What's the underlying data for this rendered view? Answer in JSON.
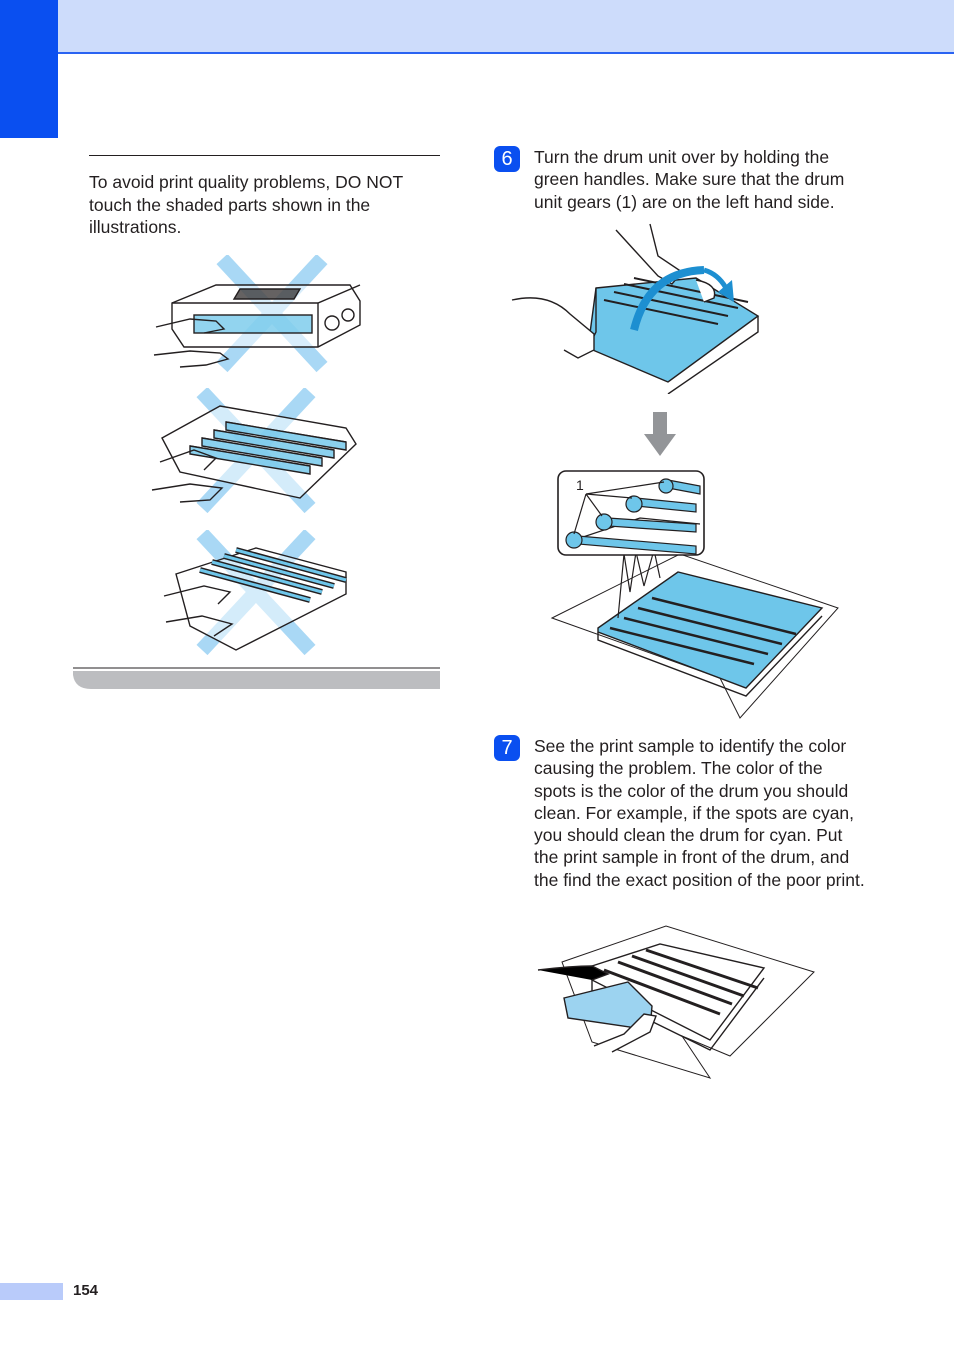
{
  "note": {
    "text": "To avoid print quality problems, DO NOT touch the shaded parts shown in the illustrations."
  },
  "steps": [
    {
      "number": "6",
      "text": "Turn the drum unit over by holding the green handles. Make sure that the drum unit gears (1) are on the left hand side."
    },
    {
      "number": "7",
      "text": "See the print sample to identify the color causing the problem. The color of the spots is the color of the drum you should clean. For example, if the spots are cyan, you should clean the drum for cyan. Put the print sample in front of the drum, and the find the exact position of the poor print."
    }
  ],
  "callout": {
    "label": "1"
  },
  "footer": {
    "page_number": "154"
  },
  "colors": {
    "brand_blue": "#0a4ff0",
    "header_band": "#cddcfb",
    "highlight_cyan": "#6ec6ea",
    "cross_blue": "#a9d8f5"
  }
}
